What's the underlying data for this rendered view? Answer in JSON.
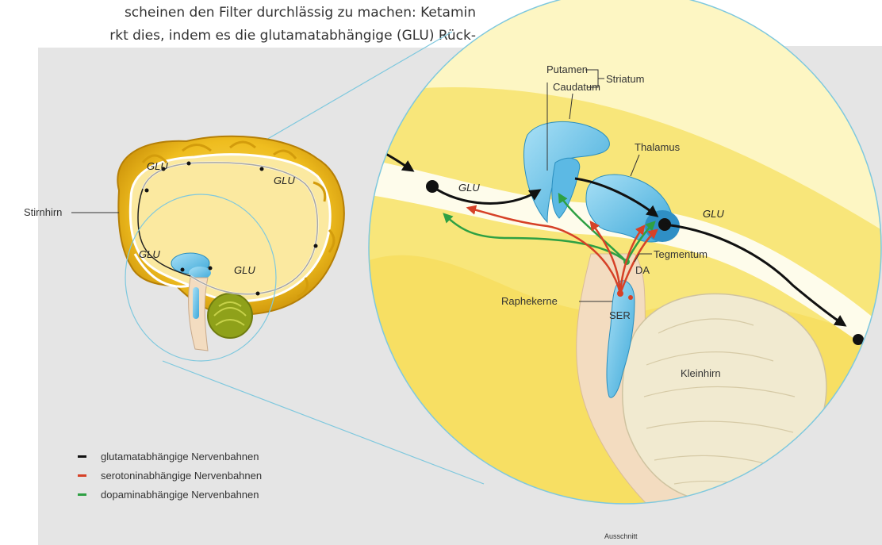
{
  "intro_text": {
    "line1": "scheinen den Filter durchlässig zu machen: Ketamin",
    "line2": "rkt dies, indem es die glutamatabhängige (GLU) Rück-"
  },
  "labels": {
    "stirnhirn": "Stirnhirn",
    "putamen": "Putamen",
    "caudatum": "Caudatum",
    "striatum": "Striatum",
    "thalamus": "Thalamus",
    "tegmentum": "Tegmentum",
    "da": "DA",
    "raphekerne": "Raphekerne",
    "ser": "SER",
    "kleinhirn": "Kleinhirn",
    "glu": "GLU",
    "ausschnitt": "Ausschnitt"
  },
  "legend": [
    {
      "label": "glutamatabhängige Nervenbahnen",
      "color": "#111111"
    },
    {
      "label": "serotoninabhängige Nervenbahnen",
      "color": "#d64127"
    },
    {
      "label": "dopaminabhängige Nervenbahnen",
      "color": "#2ea043"
    }
  ],
  "colors": {
    "glutamate": "#111111",
    "serotonin": "#d64127",
    "dopamine": "#2ea043",
    "brain_yellow": "#f0c419",
    "nucleus_blue": "#6fc4ea",
    "zoom_line": "#7ec8de"
  }
}
